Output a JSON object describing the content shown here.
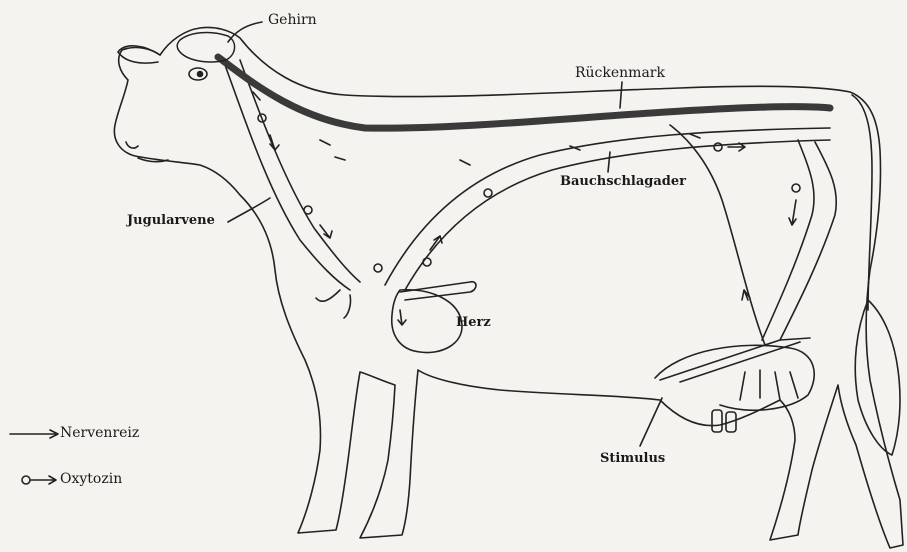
{
  "labels": {
    "brain": "Gehirn",
    "spinal_cord": "Rückenmark",
    "abdominal_aorta": "Bauchschlagader",
    "jugular_vein": "Jugularvene",
    "heart": "Herz",
    "stimulus": "Stimulus"
  },
  "legend": {
    "nerve_impulse": "Nervenreiz",
    "oxytocin": "Oxytozin"
  },
  "colors": {
    "line": "#222222",
    "spinal_cord": "#3a3a3a",
    "background": "#f4f3ef"
  }
}
